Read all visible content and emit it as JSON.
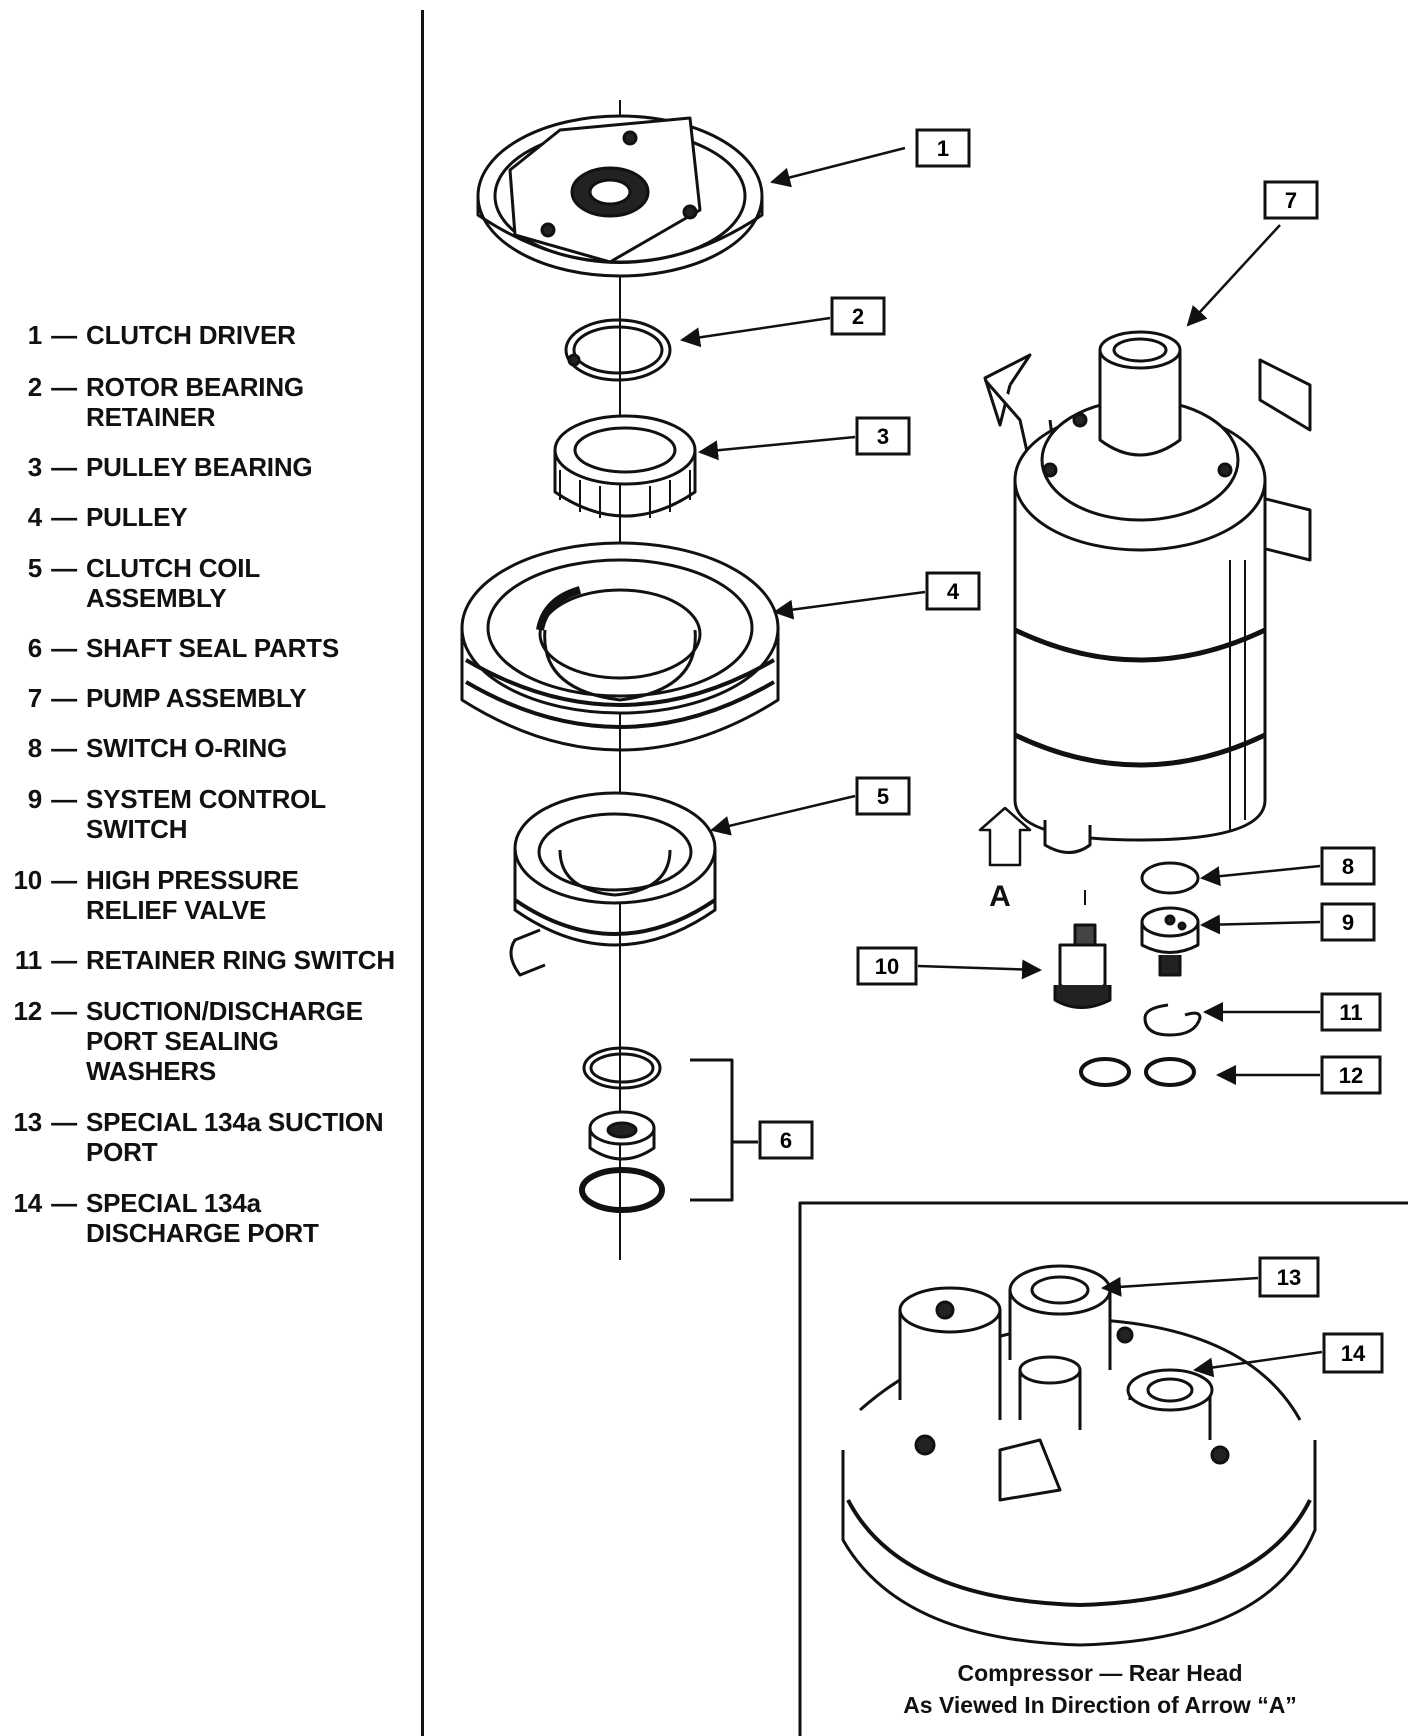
{
  "legend": [
    {
      "num": "1",
      "text": "CLUTCH DRIVER"
    },
    {
      "num": "2",
      "text": "ROTOR BEARING\nRETAINER"
    },
    {
      "num": "3",
      "text": "PULLEY BEARING"
    },
    {
      "num": "4",
      "text": "PULLEY"
    },
    {
      "num": "5",
      "text": "CLUTCH COIL\nASSEMBLY"
    },
    {
      "num": "6",
      "text": "SHAFT SEAL  PARTS"
    },
    {
      "num": "7",
      "text": "PUMP ASSEMBLY"
    },
    {
      "num": "8",
      "text": "SWITCH O-RING"
    },
    {
      "num": "9",
      "text": "SYSTEM CONTROL\nSWITCH"
    },
    {
      "num": "10",
      "text": "HIGH PRESSURE\nRELIEF VALVE"
    },
    {
      "num": "11",
      "text": "RETAINER RING SWITCH"
    },
    {
      "num": "12",
      "text": "SUCTION/DISCHARGE\nPORT SEALING\nWASHERS"
    },
    {
      "num": "13",
      "text": "SPECIAL 134a SUCTION\nPORT"
    },
    {
      "num": "14",
      "text": "SPECIAL 134a\nDISCHARGE PORT"
    }
  ],
  "legend_dash": "—",
  "callouts": [
    "1",
    "2",
    "3",
    "4",
    "5",
    "6",
    "7",
    "8",
    "9",
    "10",
    "11",
    "12",
    "13",
    "14"
  ],
  "arrow_label": "A",
  "caption": {
    "line1": "Compressor — Rear Head",
    "line2": "As Viewed In Direction of Arrow “A”"
  }
}
